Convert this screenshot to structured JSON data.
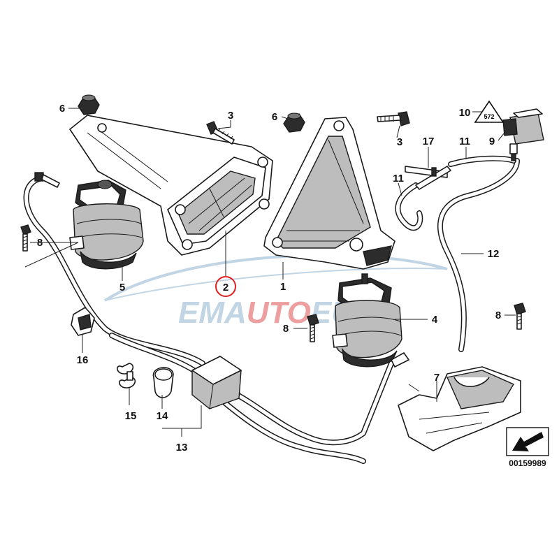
{
  "watermark": {
    "part_a": "EMA",
    "part_b": "UTO",
    "part_c": "EU",
    "color_a": "#8fb3cf",
    "color_b": "#e05252"
  },
  "diagram_ref": "00159989",
  "badge_text": "572",
  "highlight_color": "#e02020",
  "callouts": {
    "c1": "1",
    "c2": "2",
    "c3a": "3",
    "c3b": "3",
    "c4": "4",
    "c5": "5",
    "c6a": "6",
    "c6b": "6",
    "c7": "7",
    "c8a": "8",
    "c8b": "8",
    "c8c": "8",
    "c9": "9",
    "c10": "10",
    "c11a": "11",
    "c11b": "11",
    "c12": "12",
    "c13": "13",
    "c14": "14",
    "c15": "15",
    "c16": "16",
    "c17": "17"
  }
}
